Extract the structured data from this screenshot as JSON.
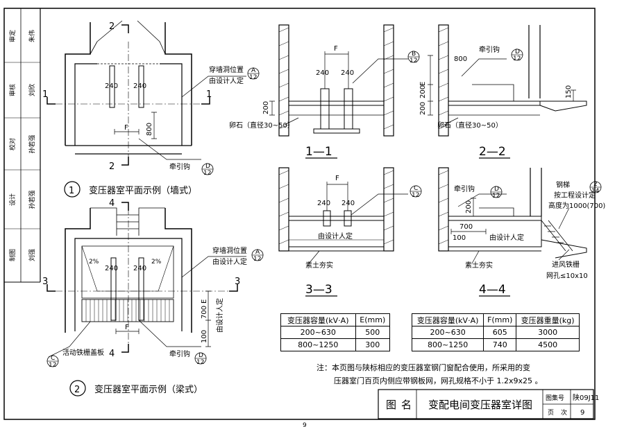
{
  "left_strip": [
    {
      "role": "审定",
      "name": "朱伟",
      "sign": "朱伟"
    },
    {
      "role": "审核",
      "name": "刘欣",
      "sign": ""
    },
    {
      "role": "校对",
      "name": "孙若强",
      "sign": "孙若强"
    },
    {
      "role": "设计",
      "name": "孙若强",
      "sign": "孙若强"
    },
    {
      "role": "制图",
      "name": "刘强",
      "sign": "刘强"
    }
  ],
  "plan1": {
    "number": "1",
    "title": "变压器室平面示例（墙式）",
    "section_a": "1",
    "section_b": "2",
    "dim_240a": "240",
    "dim_240b": "240",
    "dim_F": "F",
    "dim_800": "800",
    "hole_label_line1": "穿墙洞位置",
    "hole_label_line2": "由设计人定",
    "hook_label": "牵引钩",
    "ref_A_top": "A",
    "ref_A_bottom": "12",
    "ref_D_top": "D",
    "ref_D_bottom": "12"
  },
  "plan2": {
    "number": "2",
    "title": "变压器室平面示例（梁式）",
    "section_a": "3",
    "section_b": "4",
    "dim_240a": "240",
    "dim_240b": "240",
    "slope_a": "2%",
    "slope_b": "2%",
    "dim_F": "F",
    "dim_700": "700",
    "dim_100": "100",
    "dim_E": "E",
    "vert_label": "由设计人定",
    "hole_label_line1": "穿墙洞位置",
    "hole_label_line2": "由设计人定",
    "hook_label": "牵引钩",
    "grate_label": "活动铁栅盖板",
    "ref_A_top": "A",
    "ref_A_bottom": "12",
    "ref_C_top": "C",
    "ref_C_bottom": "12",
    "ref_D_top": "D",
    "ref_D_bottom": "12"
  },
  "sec11": {
    "label": "1—1",
    "dim_F": "F",
    "dim_240a": "240",
    "dim_240b": "240",
    "dim_200": "200",
    "stone_label": "卵石（直径30~50）",
    "ref_B_top": "B",
    "ref_B_bottom": "12"
  },
  "sec22": {
    "label": "2—2",
    "dim_800": "800",
    "dim_E": "E",
    "dim_200": "200",
    "dim_150": "150",
    "hook_label": "牵引钩",
    "stone_label": "卵石（直径30~50）",
    "ref_D_top": "D",
    "ref_D_bottom": "12"
  },
  "sec33": {
    "label": "3—3",
    "dim_F": "F",
    "dim_240a": "240",
    "dim_240b": "240",
    "designer_label": "由设计人定",
    "soil_label": "素土夯实",
    "ref_C_top": "C",
    "ref_C_bottom": "12"
  },
  "sec44": {
    "label": "4—4",
    "dim_200": "200",
    "dim_700": "700",
    "dim_100": "100",
    "hook_label": "牵引钩",
    "designer_label": "由设计人定",
    "soil_label": "素土夯实",
    "ladder_line1": "钢梯",
    "ladder_line2": "按工程设计定",
    "ladder_line3": "高度为1000(700)",
    "vent_label": "进风铁栅",
    "mesh_label": "网孔≤10x10",
    "ref_D_top": "D",
    "ref_D_bottom": "12",
    "ref_2_top": "2",
    "ref_2_bottom": "14"
  },
  "table_e": {
    "headers": [
      "变压器容量(kV·A)",
      "E(mm)"
    ],
    "rows": [
      [
        "200~630",
        "500"
      ],
      [
        "800~1250",
        "300"
      ]
    ]
  },
  "table_f": {
    "headers": [
      "变压器容量(kV·A)",
      "F(mm)",
      "变压器重量(kg)"
    ],
    "rows": [
      [
        "200~630",
        "605",
        "3000"
      ],
      [
        "800~1250",
        "740",
        "4500"
      ]
    ]
  },
  "note": {
    "line1": "注：本页图与陕标相应的变压器室钢门窗配合使用，所采用的变",
    "line2": "压器室门百页内侧应带钢板网，网孔规格不小于 1.2x9x25 。"
  },
  "title_block": {
    "label_map": "图",
    "label_name": "名",
    "drawing_title": "变配电间变压器室详图",
    "atlas_label": "图集号",
    "atlas_value": "陕09J11",
    "page_label": "页",
    "page_label2": "次",
    "page_value": "9"
  },
  "footer_page": "9"
}
